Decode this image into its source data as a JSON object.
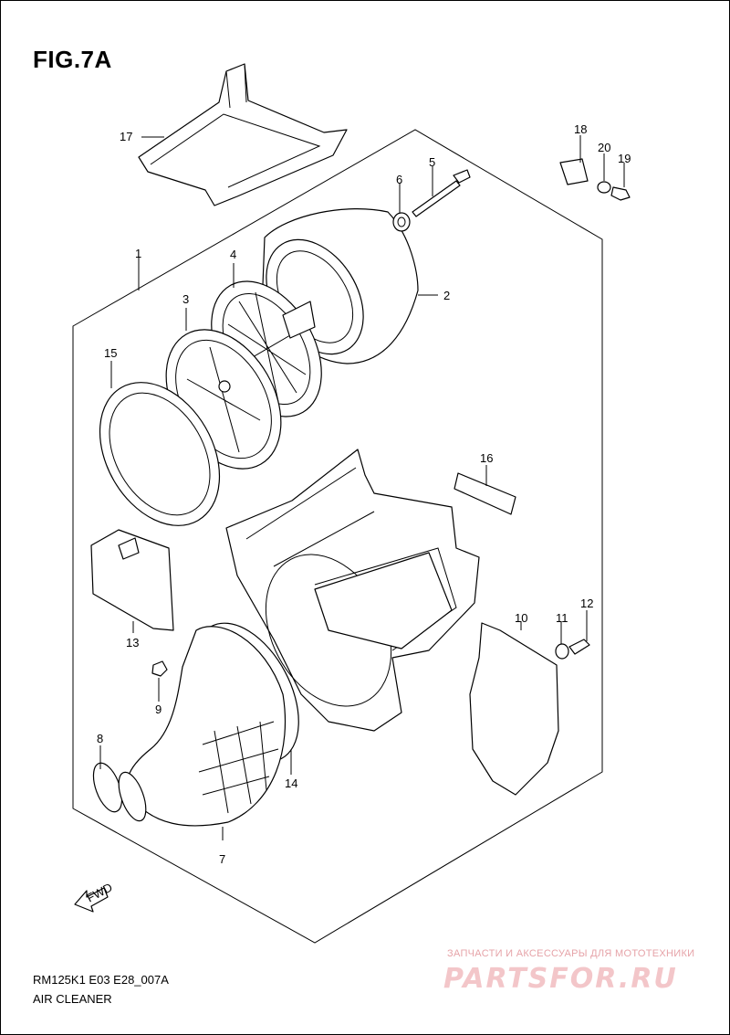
{
  "figure": {
    "title": "FIG.7A"
  },
  "callouts": {
    "c1": "1",
    "c2": "2",
    "c3": "3",
    "c4": "4",
    "c5": "5",
    "c6": "6",
    "c7": "7",
    "c8": "8",
    "c9": "9",
    "c10": "10",
    "c11": "11",
    "c12": "12",
    "c13": "13",
    "c14": "14",
    "c15": "15",
    "c16": "16",
    "c17": "17",
    "c18": "18",
    "c19": "19",
    "c20": "20"
  },
  "fwd_label": "FWD",
  "footer": {
    "code": "RM125K1 E03 E28_007A",
    "caption": "AIR CLEANER"
  },
  "watermark": {
    "tagline": "ЗАПЧАСТИ И АКСЕССУАРЫ ДЛЯ МОТОТЕХНИКИ",
    "brand": "PARTSFOR.RU"
  }
}
